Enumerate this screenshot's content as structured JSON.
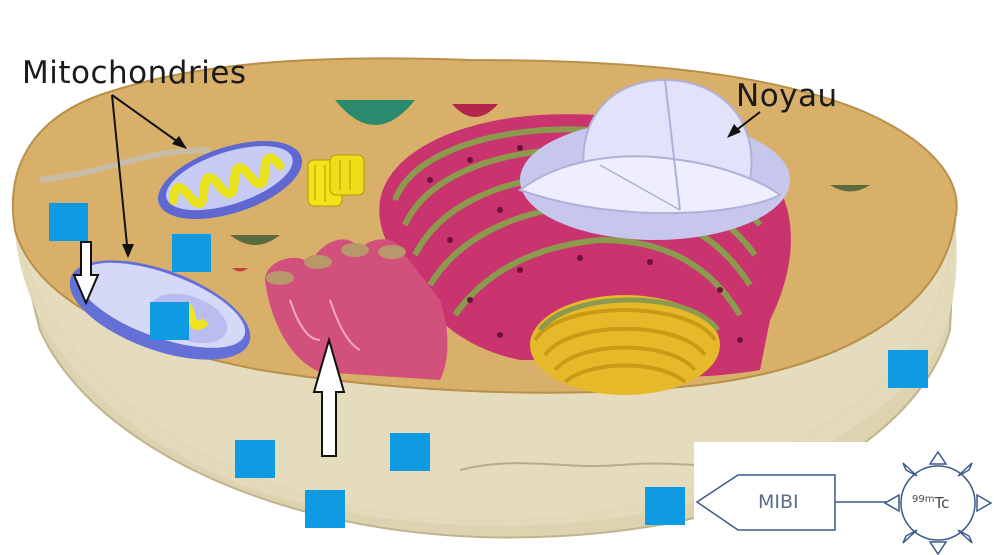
{
  "labels": {
    "mitochondria": "Mitochondries",
    "nucleus": "Noyau"
  },
  "mibi": {
    "label": "MIBI",
    "isotope_mass": "99m",
    "isotope_symbol": "Tc"
  },
  "colors": {
    "marker": "#0f9be3",
    "cytoplasm": "#d9b06a",
    "membrane_base": "#ddd3b0",
    "nucleus": "#dcdcf8",
    "er": "#c9336e",
    "er_stripe": "#8b9a4c",
    "golgi": "#e6b92a",
    "mitochondria": "#6f78d8"
  },
  "icons": [
    "arrow-down-icon",
    "arrow-up-icon",
    "sun-icon",
    "pentagon-arrow-icon"
  ]
}
